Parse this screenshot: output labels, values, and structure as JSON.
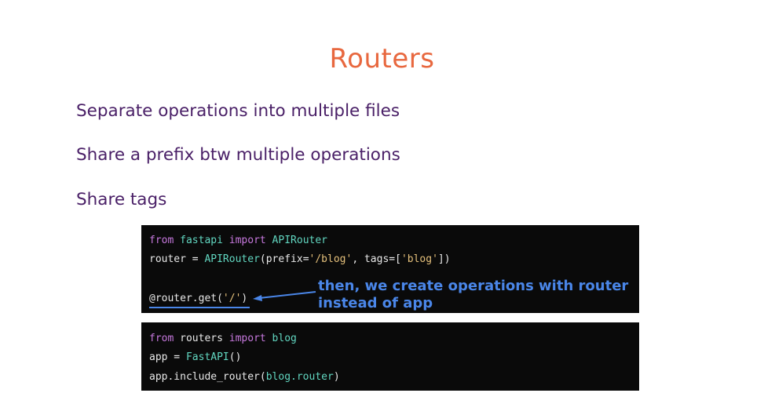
{
  "slide": {
    "title": "Routers",
    "bullets": [
      "Separate operations into multiple files",
      "Share a prefix btw multiple operations",
      "Share tags"
    ]
  },
  "code_block_1": {
    "line1": {
      "kw1": "from",
      "mod": " fastapi ",
      "kw2": "import",
      "name": " APIRouter"
    },
    "line2": {
      "var": "router = ",
      "cls": "APIRouter",
      "args1": "(prefix=",
      "str1": "'/blog'",
      "args2": ", tags=[",
      "str2": "'blog'",
      "args3": "])"
    },
    "line4": {
      "dec": "@router.get(",
      "str": "'/'",
      "end": ")"
    }
  },
  "code_block_2": {
    "line1": {
      "kw1": "from",
      "mod": " routers ",
      "kw2": "import",
      "name": " blog"
    },
    "line2": {
      "var": "app = ",
      "cls": "FastAPI",
      "end": "()"
    },
    "line3": {
      "obj": "app.include_router(",
      "arg": "blog.router",
      "end": ")"
    }
  },
  "annotation": {
    "line1": "then, we create operations with router",
    "line2": "instead of app"
  },
  "colors": {
    "title": "#e8683f",
    "bullets": "#4a2067",
    "annotation": "#4a86e8",
    "code_bg": "#0a0a0a"
  }
}
